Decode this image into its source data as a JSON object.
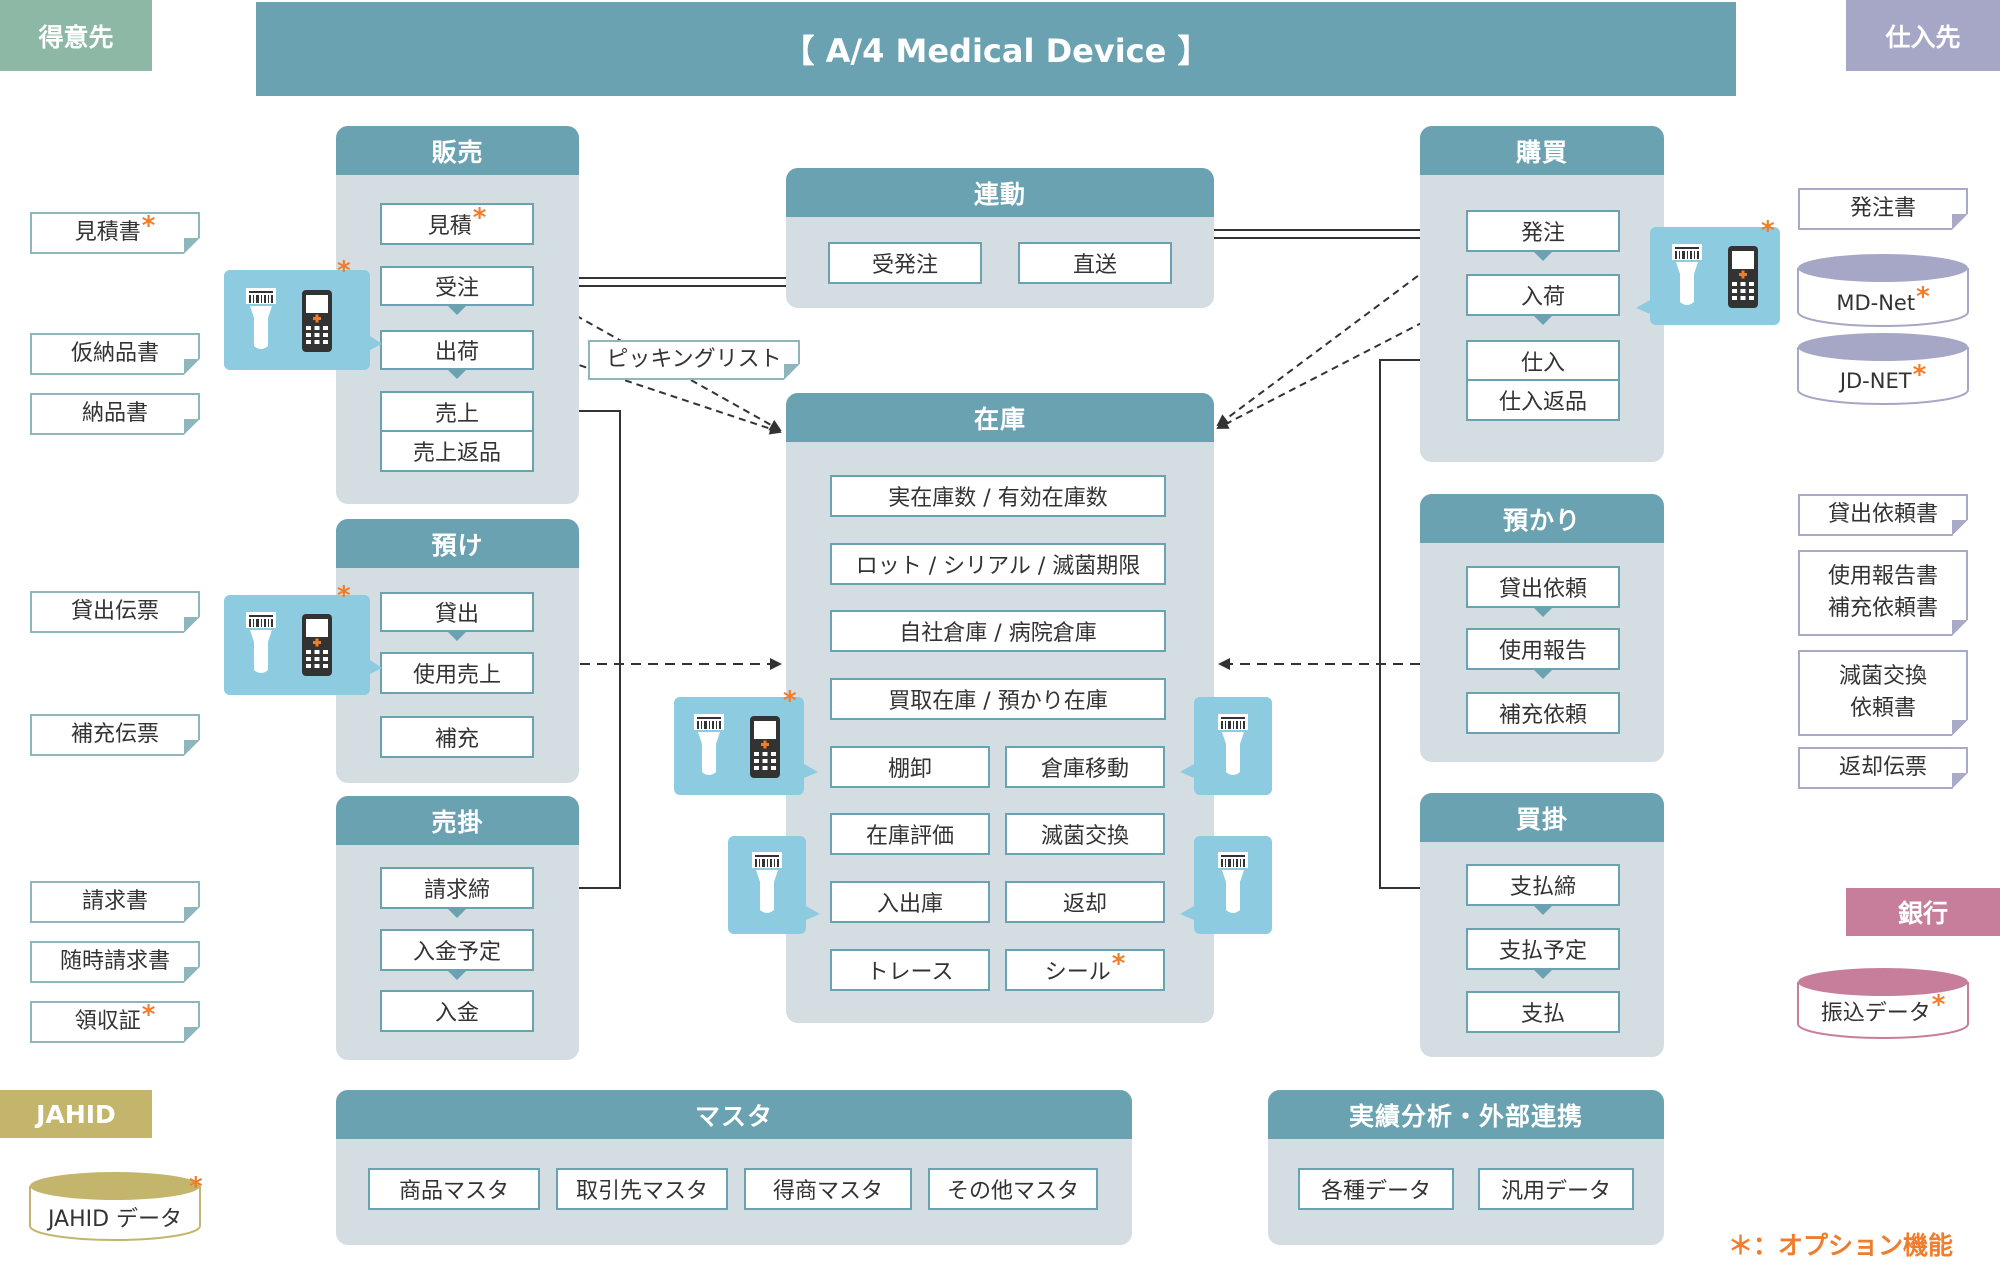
{
  "header": {
    "title": "【 A/4 Medical Device 】"
  },
  "corner_tags": {
    "customer": "得意先",
    "supplier": "仕入先",
    "bank": "銀行",
    "jahid": "JAHID"
  },
  "panels": {
    "sales": {
      "title": "販売",
      "items": [
        "見積",
        "受注",
        "出荷",
        "売上",
        "売上返品"
      ]
    },
    "deposit_out": {
      "title": "預け",
      "items": [
        "貸出",
        "使用売上",
        "補充"
      ]
    },
    "receivable": {
      "title": "売掛",
      "items": [
        "請求締",
        "入金予定",
        "入金"
      ]
    },
    "link": {
      "title": "連動",
      "items": [
        "受発注",
        "直送"
      ]
    },
    "inventory": {
      "title": "在庫",
      "wide_items": [
        "実在庫数 / 有効在庫数",
        "ロット / シリアル / 滅菌期限",
        "自社倉庫 / 病院倉庫",
        "買取在庫 / 預かり在庫"
      ],
      "grid_items": [
        [
          "棚卸",
          "倉庫移動"
        ],
        [
          "在庫評価",
          "滅菌交換"
        ],
        [
          "入出庫",
          "返却"
        ],
        [
          "トレース",
          "シール"
        ]
      ]
    },
    "purchase": {
      "title": "購買",
      "items": [
        "発注",
        "入荷",
        "仕入",
        "仕入返品"
      ]
    },
    "deposit_in": {
      "title": "預かり",
      "items": [
        "貸出依頼",
        "使用報告",
        "補充依頼"
      ]
    },
    "payable": {
      "title": "買掛",
      "items": [
        "支払締",
        "支払予定",
        "支払"
      ]
    },
    "master": {
      "title": "マスタ",
      "items": [
        "商品マスタ",
        "取引先マスタ",
        "得商マスタ",
        "その他マスタ"
      ]
    },
    "analysis": {
      "title": "実績分析・外部連携",
      "items": [
        "各種データ",
        "汎用データ"
      ]
    }
  },
  "picking_list": "ピッキングリスト",
  "customer_docs": [
    "見積書",
    "仮納品書",
    "納品書",
    "貸出伝票",
    "補充伝票",
    "請求書",
    "随時請求書",
    "領収証"
  ],
  "supplier_docs": [
    "発注書",
    "貸出依頼書",
    "使用報告書",
    "補充依頼書",
    "減菌交換",
    "依頼書",
    "返却伝票"
  ],
  "databases": {
    "md_net": "MD-Net",
    "jd_net": "JD-NET",
    "bank_transfer": "振込データ",
    "jahid_data": "JAHID データ"
  },
  "option_star": "*",
  "legend": "＊：オプション機能",
  "colors": {
    "header": "#6aa2b1",
    "panel": "#d4dde1",
    "customer_tag": "#8db8a6",
    "supplier_tag": "#a6a7c6",
    "bank_tag": "#c77e9b",
    "jahid_tag": "#c4b56c",
    "option": "#f07d2c",
    "device": "#8ccbe0"
  },
  "icons": [
    "barcode-scanner-icon",
    "handheld-terminal-icon"
  ]
}
